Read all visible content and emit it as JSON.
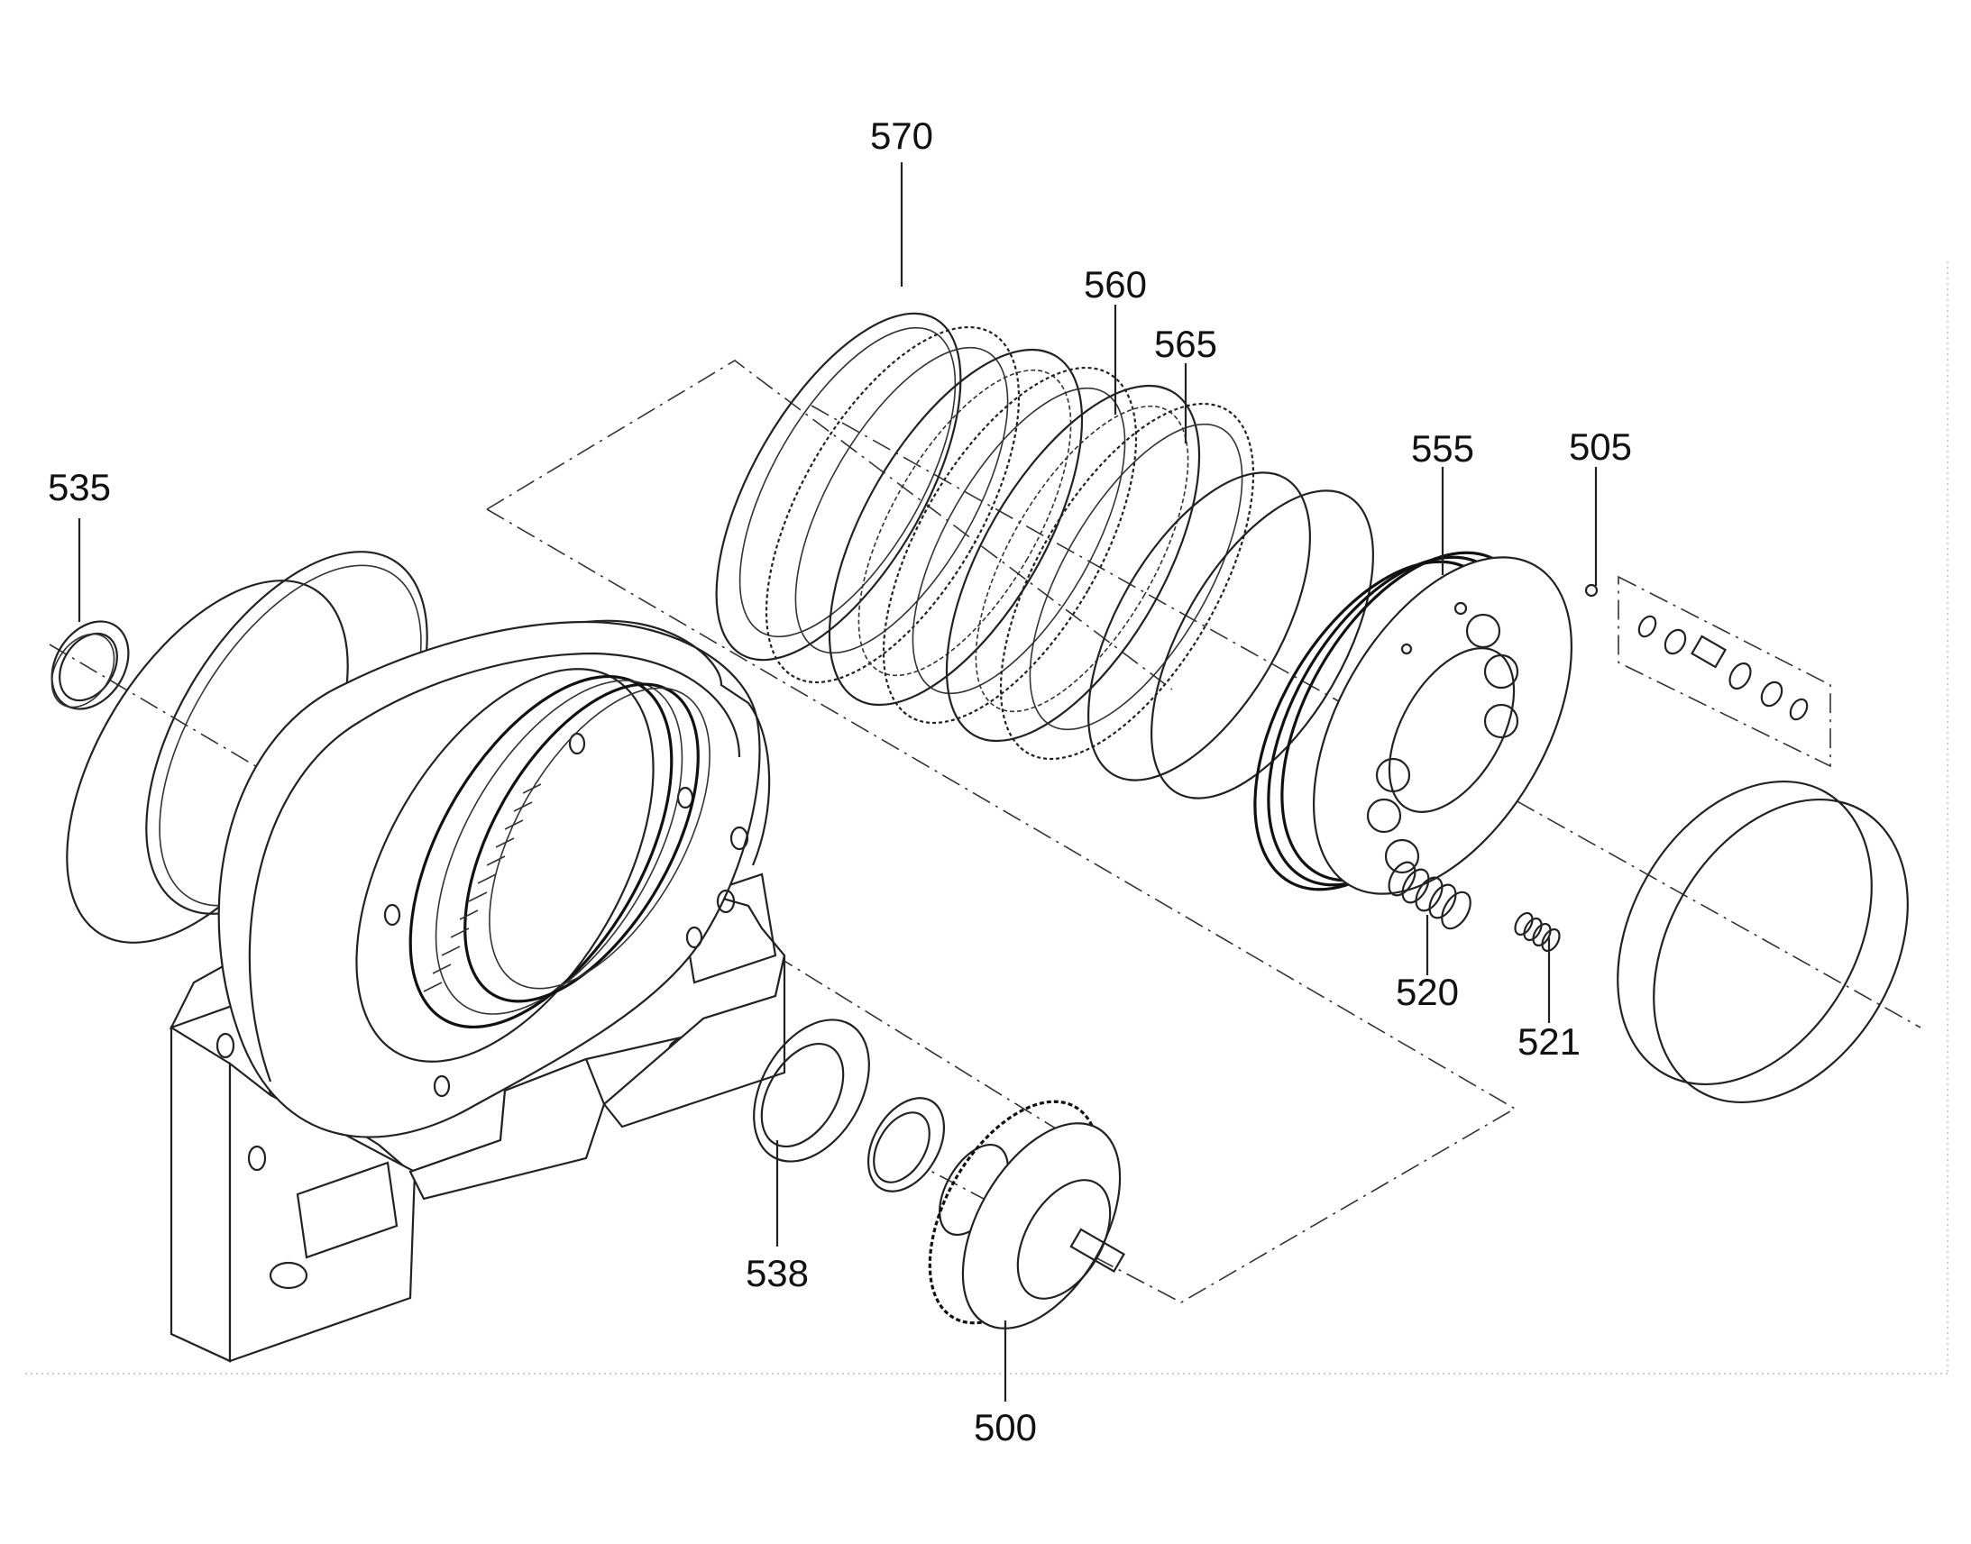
{
  "diagram": {
    "callouts": [
      {
        "id": "570",
        "text": "570"
      },
      {
        "id": "560",
        "text": "560"
      },
      {
        "id": "565",
        "text": "565"
      },
      {
        "id": "555",
        "text": "555"
      },
      {
        "id": "505",
        "text": "505"
      },
      {
        "id": "535",
        "text": "535"
      },
      {
        "id": "520",
        "text": "520"
      },
      {
        "id": "521",
        "text": "521"
      },
      {
        "id": "538",
        "text": "538"
      },
      {
        "id": "500",
        "text": "500"
      }
    ]
  }
}
